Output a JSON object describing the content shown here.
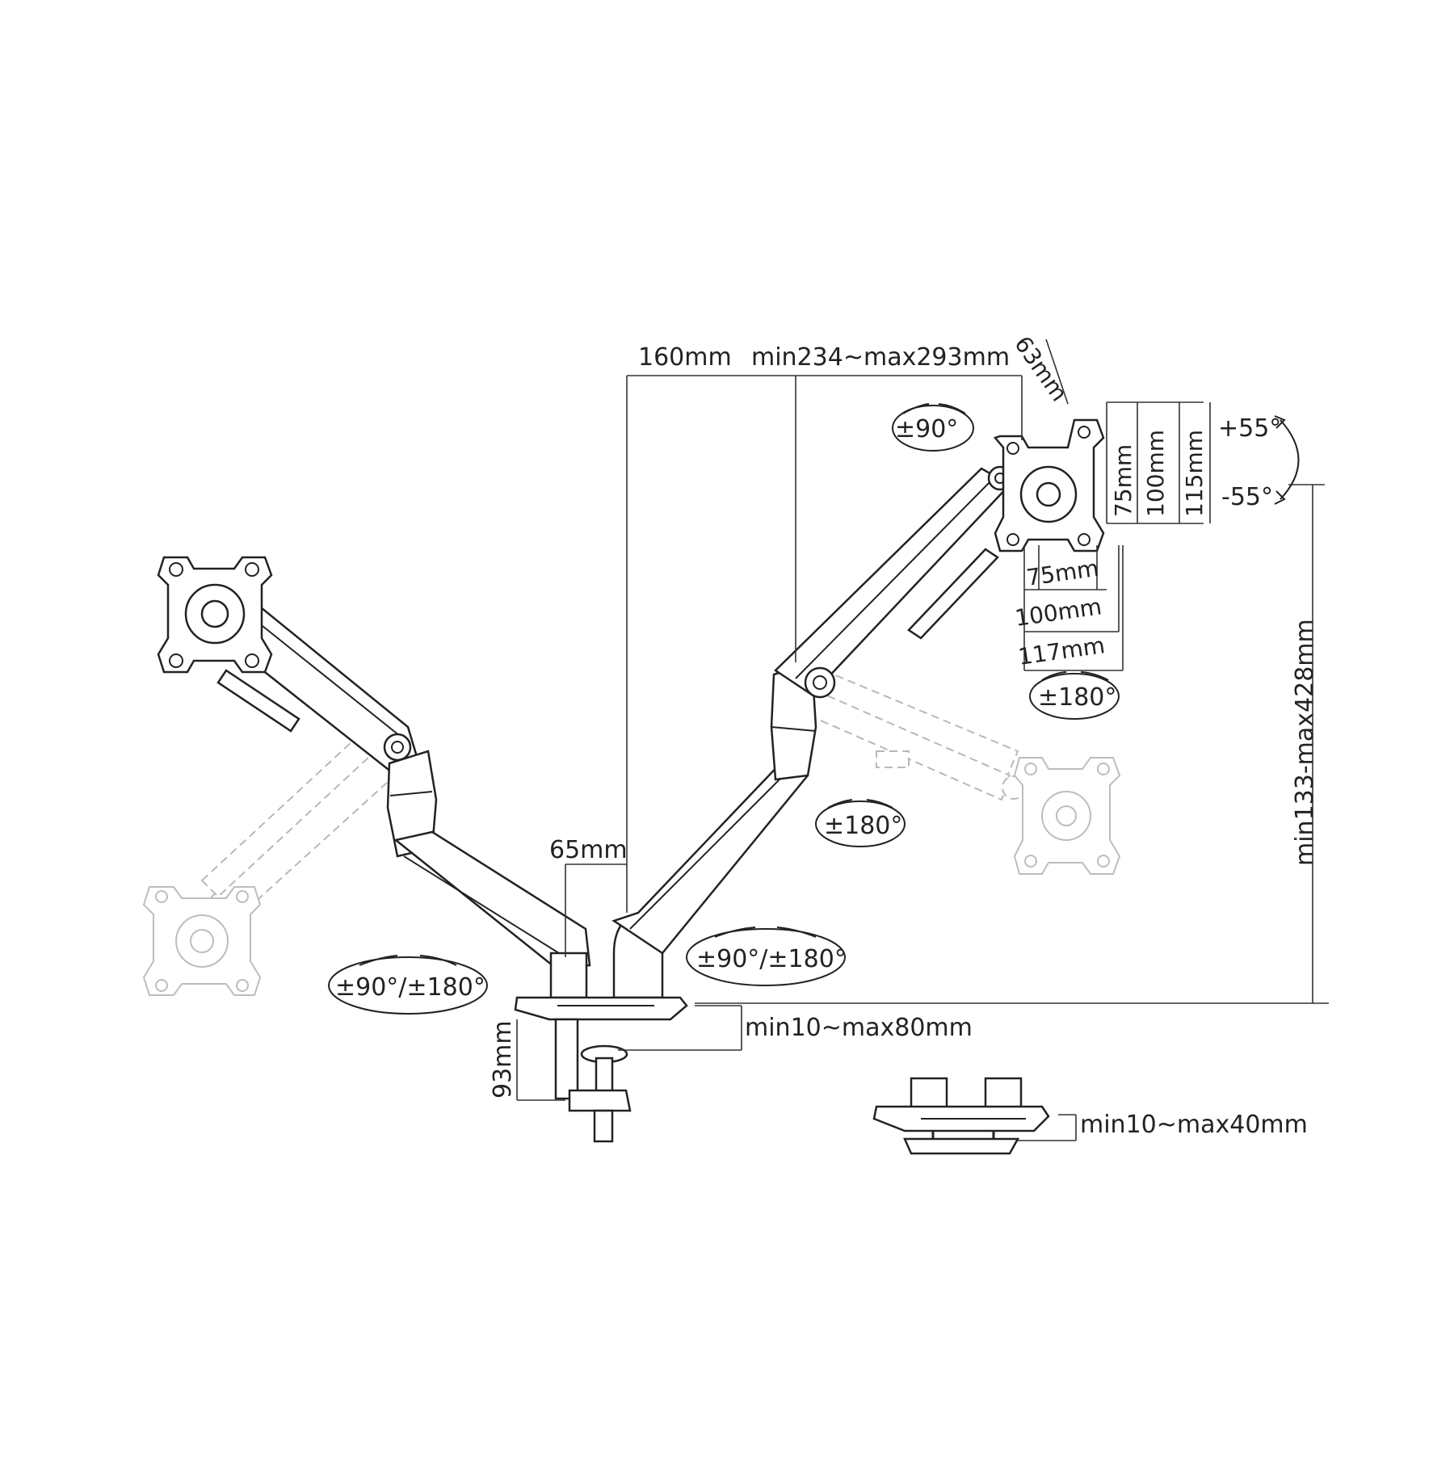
{
  "dimensions": {
    "reach_offset": "160mm",
    "arm_length": "min234~max293mm",
    "plate_depth": "63mm",
    "clamp_height": "93mm",
    "pole_offset": "65mm",
    "clamp_range": "min10~max80mm",
    "grommet_range": "min10~max40mm",
    "height_range": "min133-max428mm",
    "vesa_75_h": "75mm",
    "vesa_100_h": "100mm",
    "vesa_117_h": "117mm",
    "vesa_75_v": "75mm",
    "vesa_100_v": "100mm",
    "vesa_115_v": "115mm"
  },
  "angles": {
    "tilt_up": "+55°",
    "tilt_down": "-55°",
    "rotate_top": "±90°",
    "rotate_plate": "±180°",
    "rotate_arm": "±180°",
    "swivel_left": "±90°/±180°",
    "swivel_right": "±90°/±180°"
  },
  "colors": {
    "line": "#222222",
    "ghost": "#b8b8b8",
    "background": "#ffffff"
  }
}
